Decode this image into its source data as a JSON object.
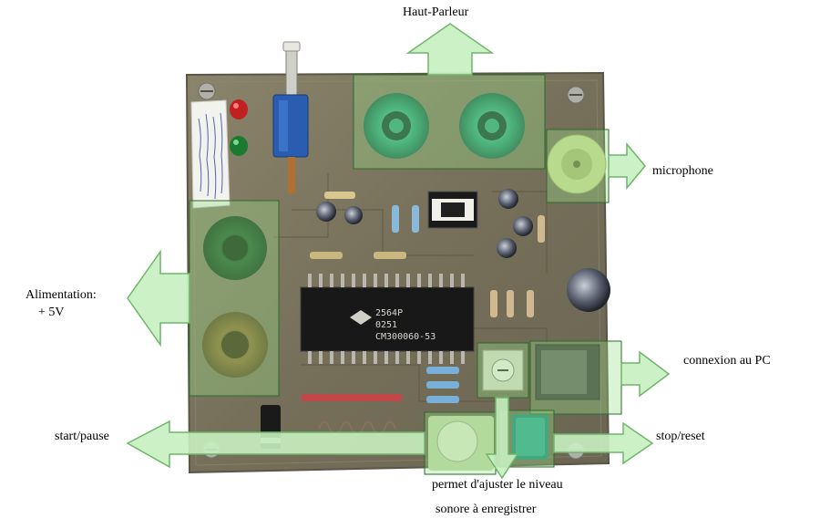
{
  "diagram": {
    "labels": {
      "speaker": "Haut-Parleur",
      "microphone": "microphone",
      "power_line1": "Alimentation:",
      "power_line2": "+ 5V",
      "pc_connection": "connexion au PC",
      "start_pause": "start/pause",
      "stop_reset": "stop/reset",
      "level_line1": "permet d'ajuster le niveau",
      "level_line2": "sonore à enregistrer"
    },
    "chip": {
      "line1": "2564P",
      "line2": "0251",
      "line3": "CM300060-53"
    },
    "colors": {
      "board": "#7a7560",
      "highlight": "#9be08a",
      "arrow_fill": "#c8f0c0",
      "arrow_stroke": "#6fb56a"
    }
  }
}
